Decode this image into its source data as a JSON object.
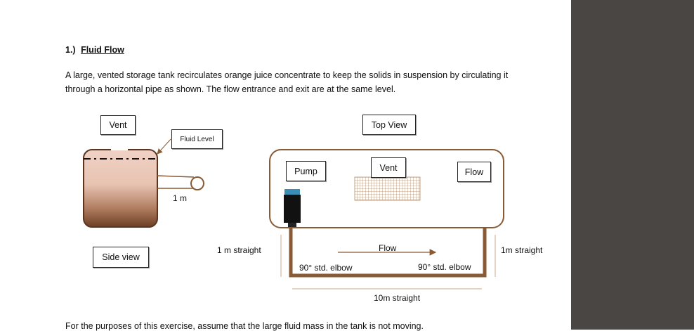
{
  "heading": {
    "number": "1.)",
    "title": "Fluid Flow"
  },
  "paragraph": "A large, vented storage tank recirculates orange juice concentrate to keep the solids in suspension by circulating it through a horizontal pipe as shown.  The flow entrance and exit are at the same level.",
  "side_diagram": {
    "vent": "Vent",
    "fluid_level": "Fluid Level",
    "pipe_length": "1 m",
    "side_view": "Side view"
  },
  "top_diagram": {
    "top_view": "Top View",
    "pump": "Pump",
    "vent": "Vent",
    "flow_box": "Flow",
    "left_straight": "1 m straight",
    "right_straight": "1m straight",
    "flow_arrow": "Flow",
    "left_elbow": "90° std. elbow",
    "right_elbow": "90° std. elbow",
    "bottom_straight": "10m straight"
  },
  "footer": "For the purposes of this exercise, assume that the large fluid mass in the tank is not moving.",
  "colors": {
    "pipe": "#8a5a34",
    "tank_top": "#efd0c3",
    "tank_bottom": "#6e3f24",
    "side_panel": "#4a4643",
    "vent_grid": "#b08d6e"
  }
}
